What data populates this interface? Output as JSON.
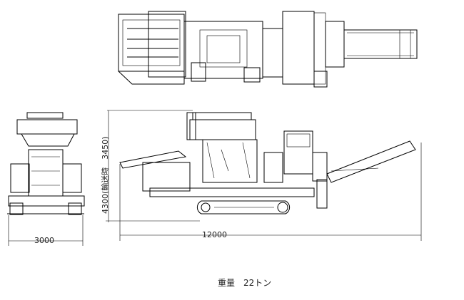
{
  "dimensions": {
    "front_width": "3000",
    "overall_length": "12000",
    "height": "4300(輸送時　3450)"
  },
  "weight_label": "重量　22トン"
}
